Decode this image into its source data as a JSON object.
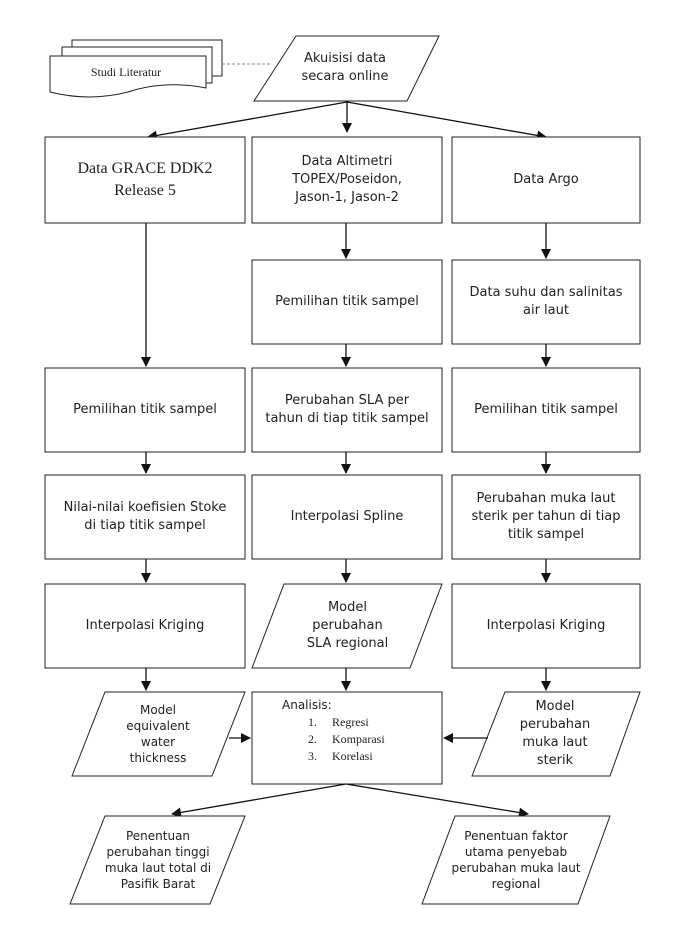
{
  "studi_literatur": "Studi Literatur",
  "akuisisi": "Akuisisi data\nsecara online",
  "grace": "Data GRACE DDK2\nRelease 5",
  "altimetri": "Data Altimetri\nTOPEX/Poseidon,\nJason-1, Jason-2",
  "argo": "Data Argo",
  "pemilihan_tengah": "Pemilihan titik sampel",
  "suhu_salinitas": "Data suhu dan salinitas\nair laut",
  "pemilihan_kiri": "Pemilihan titik sampel",
  "sla_per_tahun": "Perubahan SLA per\ntahun di tiap titik sampel",
  "pemilihan_kanan": "Pemilihan titik sampel",
  "koefisien_stoke": "Nilai-nilai koefisien Stoke\ndi tiap titik sampel",
  "interpolasi_spline": "Interpolasi Spline",
  "muka_laut_sterik": "Perubahan muka laut\nsterik per tahun di tiap\ntitik sampel",
  "kriging_kiri": "Interpolasi Kriging",
  "model_sla": "Model\nperubahan\nSLA regional",
  "kriging_kanan": "Interpolasi Kriging",
  "model_ewt": "Model\nequivalent\nwater\nthickness",
  "analisis": {
    "title": "Analisis:",
    "items": [
      {
        "num": "1.",
        "label": "Regresi"
      },
      {
        "num": "2.",
        "label": "Komparasi"
      },
      {
        "num": "3.",
        "label": "Korelasi"
      }
    ]
  },
  "model_sterik": "Model\nperubahan\nmuka laut\nsterik",
  "penentuan_tinggi": "Penentuan\nperubahan tinggi\nmuka laut total di\nPasifik Barat",
  "penentuan_faktor": "Penentuan faktor\nutama penyebab\nperubahan muka laut\nregional"
}
